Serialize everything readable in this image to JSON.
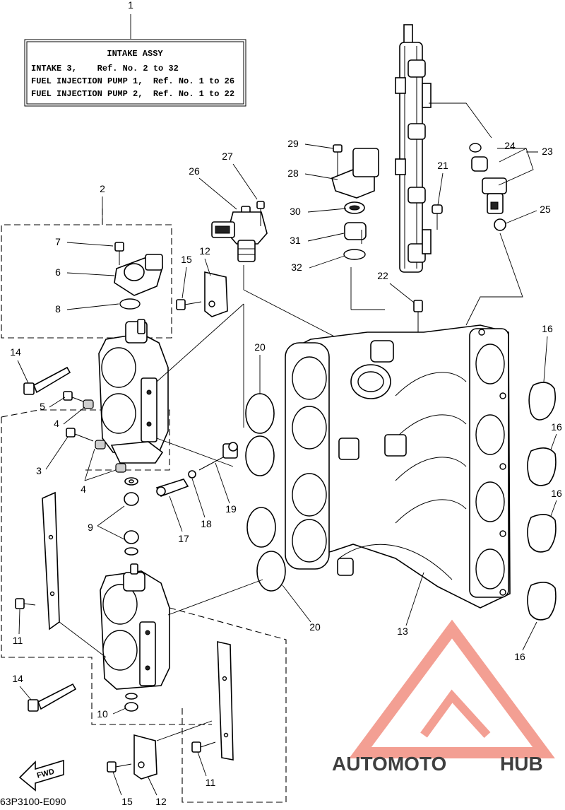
{
  "title_box": {
    "heading": "INTAKE ASSY",
    "lines": [
      "INTAKE 3,    Ref. No. 2 to 32",
      "FUEL INJECTION PUMP 1,  Ref. No. 1 to 26",
      "FUEL INJECTION PUMP 2,  Ref. No. 1 to 22"
    ]
  },
  "callouts": {
    "c1": "1",
    "c2": "2",
    "c3": "3",
    "c4a": "4",
    "c4b": "4",
    "c5": "5",
    "c6": "6",
    "c7": "7",
    "c8": "8",
    "c9": "9",
    "c10": "10",
    "c11a": "11",
    "c11b": "11",
    "c12a": "12",
    "c12b": "12",
    "c13": "13",
    "c14a": "14",
    "c14b": "14",
    "c15a": "15",
    "c15b": "15",
    "c16a": "16",
    "c16b": "16",
    "c16c": "16",
    "c16d": "16",
    "c17": "17",
    "c18": "18",
    "c19": "19",
    "c20a": "20",
    "c20b": "20",
    "c21": "21",
    "c22": "22",
    "c23": "23",
    "c24": "24",
    "c25": "25",
    "c26": "26",
    "c27": "27",
    "c28": "28",
    "c29": "29",
    "c30": "30",
    "c31": "31",
    "c32": "32"
  },
  "fwd_label": "FWD",
  "diagram_code": "63P3100-E090",
  "watermark": {
    "part1": "AUTOMOTO",
    "part2": "HUB",
    "color_primary": "#f08070",
    "color_secondary": "#555555"
  }
}
